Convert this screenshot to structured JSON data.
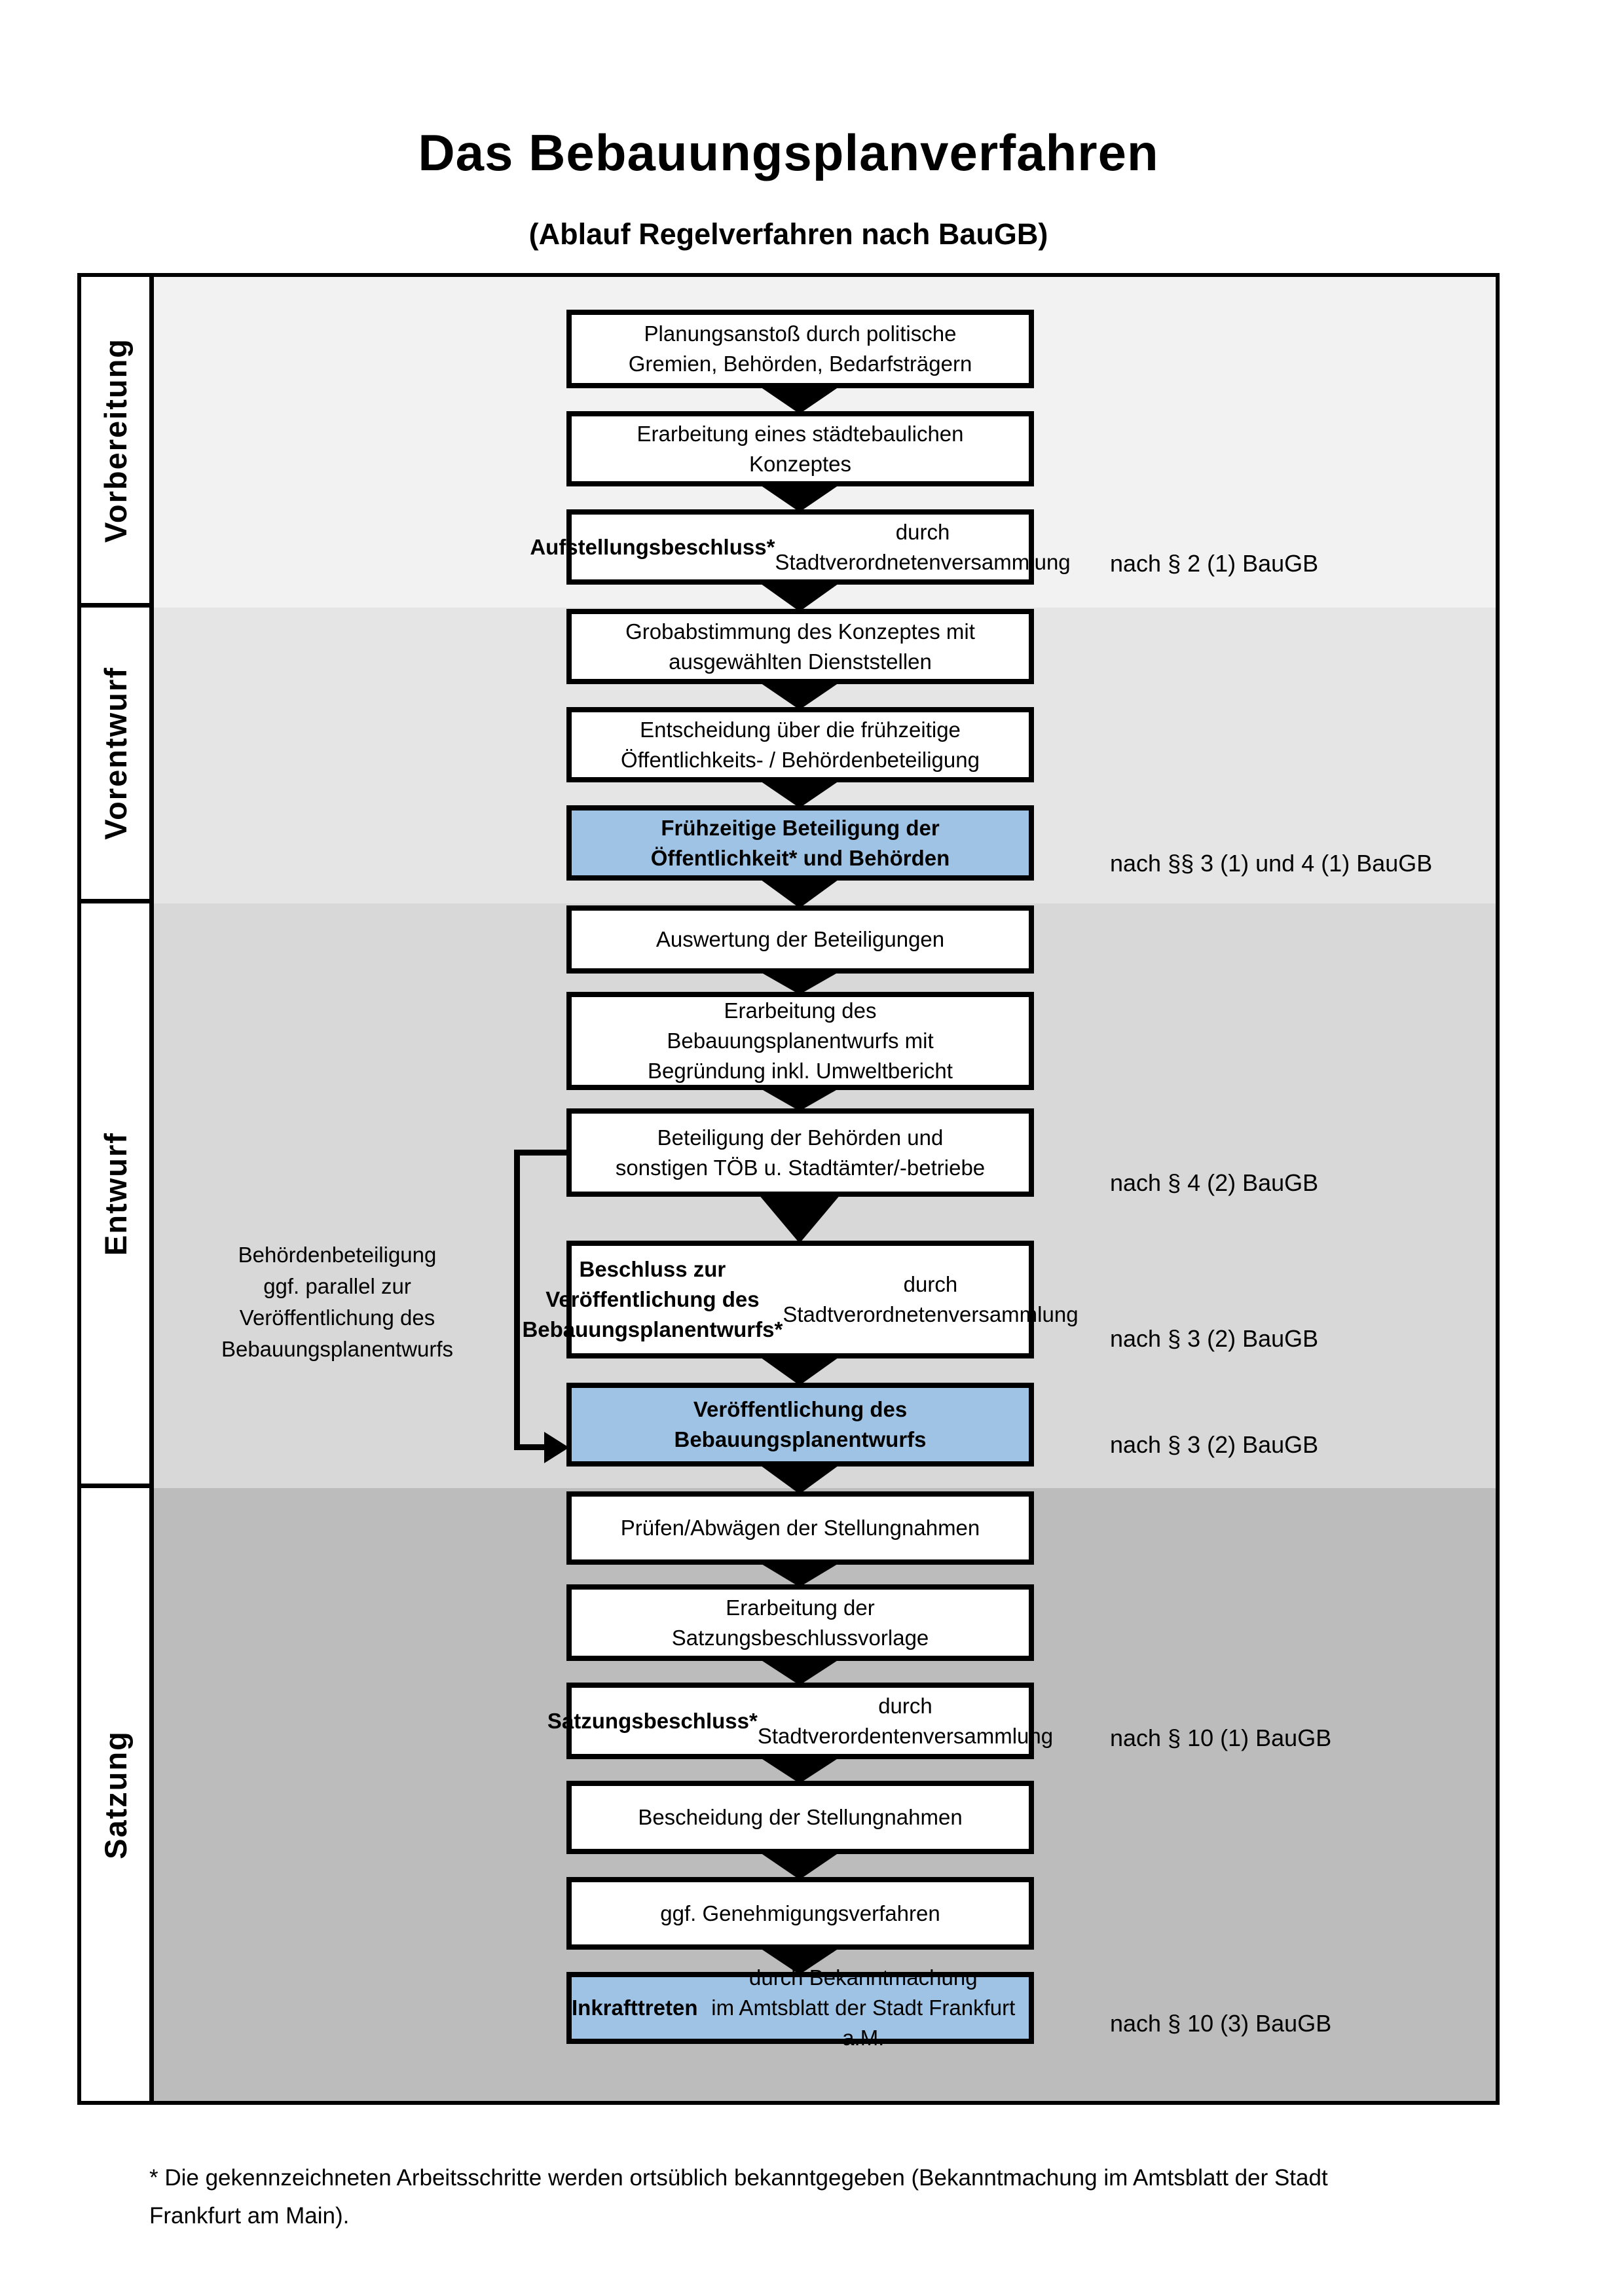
{
  "title": "Das Bebauungsplanverfahren",
  "subtitle": "(Ablauf Regelverfahren nach BauGB)",
  "phases": [
    {
      "label": "Vorbereitung"
    },
    {
      "label": "Vorentwurf"
    },
    {
      "label": "Entwurf"
    },
    {
      "label": "Satzung"
    }
  ],
  "steps": [
    {
      "bold": "",
      "rest": "Planungsanstoß durch politische\nGremien, Behörden, Bedarfsträgern",
      "annotation": "",
      "highlight": false
    },
    {
      "bold": "",
      "rest": "Erarbeitung eines städtebaulichen\nKonzeptes",
      "annotation": "",
      "highlight": false
    },
    {
      "bold": "Aufstellungsbeschluss*",
      "rest": " durch\nStadtverordnetenversammlung",
      "annotation": "nach § 2 (1) BauGB",
      "highlight": false
    },
    {
      "bold": "",
      "rest": "Grobabstimmung des Konzeptes mit\nausgewählten Dienststellen",
      "annotation": "",
      "highlight": false
    },
    {
      "bold": "",
      "rest": "Entscheidung über die frühzeitige\nÖffentlichkeits- / Behördenbeteiligung",
      "annotation": "",
      "highlight": false
    },
    {
      "bold": "Frühzeitige Beteiligung der\nÖffentlichkeit* und Behörden",
      "rest": "",
      "annotation": "nach §§ 3 (1) und 4 (1) BauGB",
      "highlight": true
    },
    {
      "bold": "",
      "rest": "Auswertung der Beteiligungen",
      "annotation": "",
      "highlight": false
    },
    {
      "bold": "",
      "rest": "Erarbeitung des\nBebauungsplanentwurfs mit\nBegründung inkl. Umweltbericht",
      "annotation": "",
      "highlight": false
    },
    {
      "bold": "",
      "rest": "Beteiligung der Behörden und\nsonstigen TÖB u. Stadtämter/-betriebe",
      "annotation": "nach § 4 (2) BauGB",
      "highlight": false
    },
    {
      "bold": "Beschluss zur Veröffentlichung des\nBebauungsplanentwurfs*",
      "rest": " durch\nStadtverordnetenversammlung",
      "annotation": "nach § 3 (2) BauGB",
      "highlight": false
    },
    {
      "bold": "Veröffentlichung des\nBebauungsplanentwurfs",
      "rest": "",
      "annotation": "nach § 3 (2) BauGB",
      "highlight": true
    },
    {
      "bold": "",
      "rest": "Prüfen/Abwägen der Stellungnahmen",
      "annotation": "",
      "highlight": false
    },
    {
      "bold": "",
      "rest": "Erarbeitung der\nSatzungsbeschlussvorlage",
      "annotation": "",
      "highlight": false
    },
    {
      "bold": "Satzungsbeschluss*",
      "rest": " durch\nStadtverordentenversammlung",
      "annotation": "nach § 10 (1) BauGB",
      "highlight": false
    },
    {
      "bold": "",
      "rest": "Bescheidung der Stellungnahmen",
      "annotation": "",
      "highlight": false
    },
    {
      "bold": "",
      "rest": "ggf. Genehmigungsverfahren",
      "annotation": "",
      "highlight": false
    },
    {
      "bold": "Inkrafttreten",
      "rest": " durch Bekanntmachung\nim Amtsblatt der Stadt Frankfurt a.M.",
      "annotation": "nach § 10 (3) BauGB",
      "highlight": true
    }
  ],
  "side_note": "Behördenbeteiligung\nggf. parallel zur\nVeröffentlichung des\nBebauungsplanentwurfs",
  "footnote": "* Die gekennzeichneten Arbeitsschritte werden ortsüblich bekanntgegeben (Bekanntmachung im Amtsblatt  der Stadt\nFrankfurt am Main).",
  "colors": {
    "highlight_box": "#9FC3E5",
    "band_vorbereitung": "#F2F2F2",
    "band_vorentwurf": "#E5E5E5",
    "band_entwurf": "#D8D8D8",
    "band_satzung": "#BCBCBC"
  }
}
